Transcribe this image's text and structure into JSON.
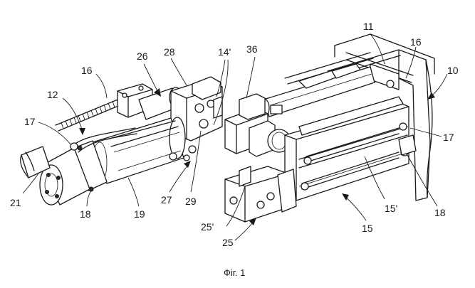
{
  "labels": {
    "l10": "10",
    "l11": "11",
    "l12": "12",
    "l14p": "14'",
    "l15": "15",
    "l15p": "15'",
    "l16a": "16",
    "l16b": "16",
    "l17a": "17",
    "l17b": "17",
    "l18a": "18",
    "l18b": "18",
    "l19": "19",
    "l21": "21",
    "l25": "25",
    "l25p": "25'",
    "l26": "26",
    "l27": "27",
    "l28": "28",
    "l29": "29",
    "l36": "36"
  },
  "caption": "Фіг. 1"
}
